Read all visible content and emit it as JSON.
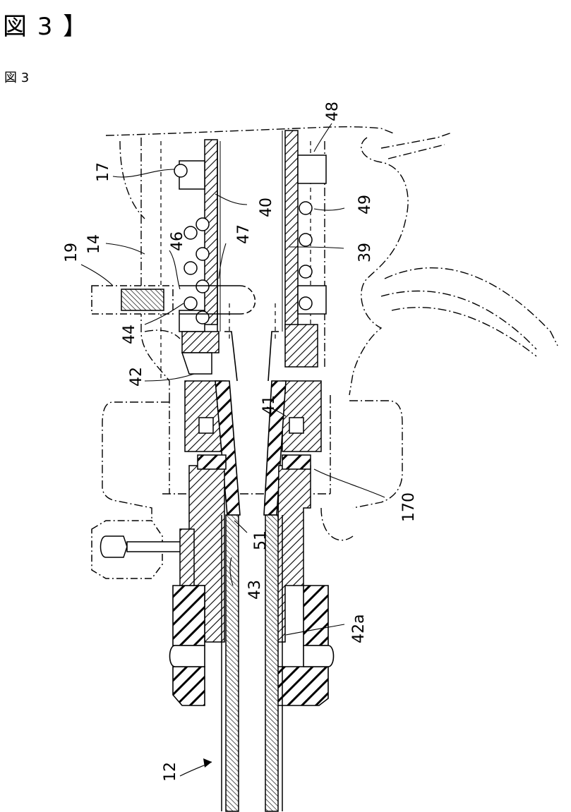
{
  "page": {
    "header_title": "図 3 】",
    "figure_caption": "図 3"
  },
  "labels": {
    "l12": "12",
    "l14": "14",
    "l17": "17",
    "l19": "19",
    "l39": "39",
    "l40": "40",
    "l41": "41",
    "l42": "42",
    "l42a": "42a",
    "l43": "43",
    "l44": "44",
    "l46": "46",
    "l47": "47",
    "l48": "48",
    "l49": "49",
    "l51": "51",
    "l170": "170"
  }
}
